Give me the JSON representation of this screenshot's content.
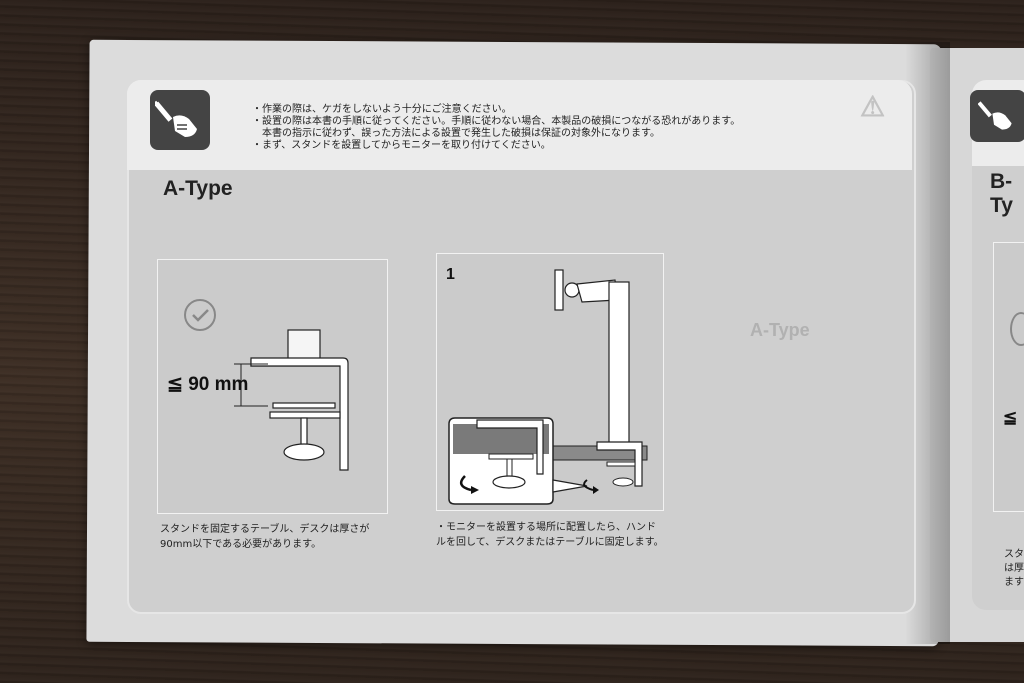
{
  "notes": [
    "・作業の際は、ケガをしないよう十分にご注意ください。",
    "・設置の際は本書の手順に従ってください。手順に従わない場合、本製品の破損につながる恐れがあります。",
    "本書の指示に従わず、誤った方法による設置で発生した破損は保証の対象外になります。",
    "・まず、スタンドを設置してからモニターを取り付けてください。"
  ],
  "section_title": "A-Type",
  "right_section_title": "B-Ty",
  "left_figure": {
    "dimension_label": "≦ 90 mm",
    "caption_lines": [
      "スタンドを固定するテーブル、デスクは厚さが",
      "90mm以下である必要があります。"
    ]
  },
  "step_figure": {
    "step_number": "1",
    "caption_lines": [
      "・モニターを設置する場所に配置したら、ハンド",
      "ルを回して、デスクまたはテーブルに固定します。"
    ]
  },
  "right_page_fragments": {
    "dim": "≦",
    "caption_lines": [
      "スタ",
      "は厚",
      "ます"
    ]
  },
  "colors": {
    "icon_bg": "#444444",
    "panel": "#cfcfcf",
    "page": "#dcdcdc"
  },
  "icons": [
    "screwdriver-hand-icon",
    "checkmark-icon",
    "rotate-arrow-icon"
  ]
}
